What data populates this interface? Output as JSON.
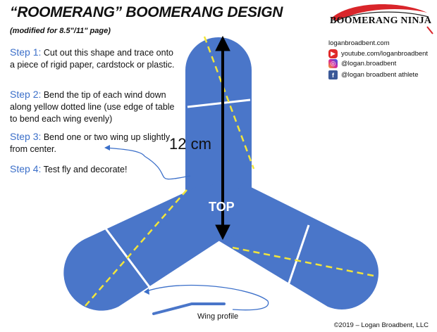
{
  "header": {
    "title": "“ROOMERANG” BOOMERANG DESIGN",
    "subtitle": "(modified for 8.5\"/11\" page)"
  },
  "steps": [
    {
      "label": "Step 1:",
      "text": " Cut out this shape and trace onto a piece of rigid paper, cardstock or plastic."
    },
    {
      "label": "Step 2:",
      "text": " Bend the tip of each wind down along yellow dotted line (use edge of table to bend each wing evenly)"
    },
    {
      "label": "Step 3:",
      "text": " Bend one or two wing up slightly from center."
    },
    {
      "label": "Step 4:",
      "text": " Test fly and decorate!"
    }
  ],
  "brand": {
    "name": "BOOMERANG NINJA",
    "website": "loganbroadbent.com",
    "youtube": "youtube.com/loganbroadbent",
    "instagram": "@logan.broadbent",
    "facebook": "@logan broadbent athlete"
  },
  "diagram": {
    "length_label": "12 cm",
    "top_label": "TOP",
    "wing_profile_label": "Wing profile",
    "colors": {
      "boomerang_fill": "#4a76c9",
      "fold_line": "#f2e53a",
      "section_line": "#ffffff",
      "arrow": "#000000",
      "callout": "#3b6fc9"
    }
  },
  "footer": {
    "copyright": "©2019 – Logan Broadbent, LLC"
  }
}
